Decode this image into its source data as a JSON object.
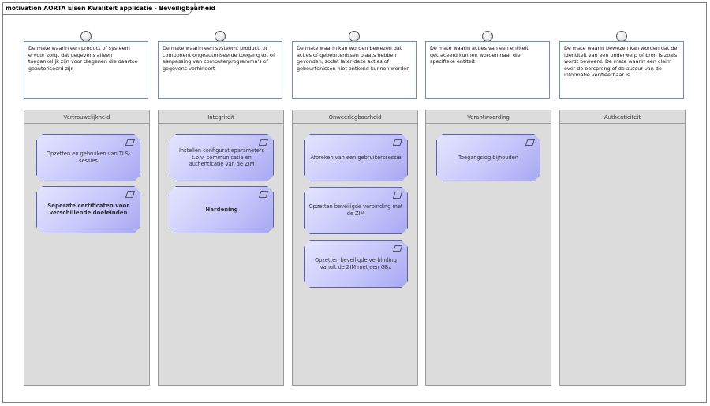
{
  "diagram": {
    "title": "motivation AORTA Eisen Kwaliteit applicatie - Beveiligbaarheid"
  },
  "descriptions": [
    "De mate waarin een product of systeem ervoor zorgt dat gegevens alleen toegankelijk zijn voor diegenen die daartoe geautoriseerd zijn",
    "De mate waarin een systeem, product, of component ongeautoriseerde toegang tot of aanpassing van computerprogramma's of gegevens verhindert",
    "De mate waarin kan worden bewezen dat acties of gebeurtenissen plaats hebben gevonden, zodat later deze acties of gebeurtenissen niet ontkend kunnen worden",
    "De mate waarin acties van een entiteit getraceerd kunnen worden naar die specifieke entiteit",
    "De mate waarin bewezen kan worden dat de identiteit van een onderwerp of bron is zoals wordt beweerd. De mate waarin een claim over de oorsprong of de auteur van de informatie verifieerbaar is."
  ],
  "columns": [
    {
      "title": "Vertrouwelijkheid",
      "requirements": [
        "Opzetten en gebruiken van TLS-sessies",
        "Seperate certificaten voor verschillende doeleinden"
      ]
    },
    {
      "title": "Integriteit",
      "requirements": [
        "Instellen configuratieparameters t.b.v. communicatie en authenticatie van de ZIM",
        "Hardening"
      ]
    },
    {
      "title": "Onweerlegbaarheid",
      "requirements": [
        "Afbreken van een gebruikerssessie",
        "Opzetten beveiligde verbinding met de ZIM",
        "Opzetten beveiligde verbinding vanuit de ZIM met een GBx"
      ]
    },
    {
      "title": "Verantwoording",
      "requirements": [
        "Toegangslog bijhouden"
      ]
    },
    {
      "title": "Authenticiteit",
      "requirements": []
    }
  ]
}
